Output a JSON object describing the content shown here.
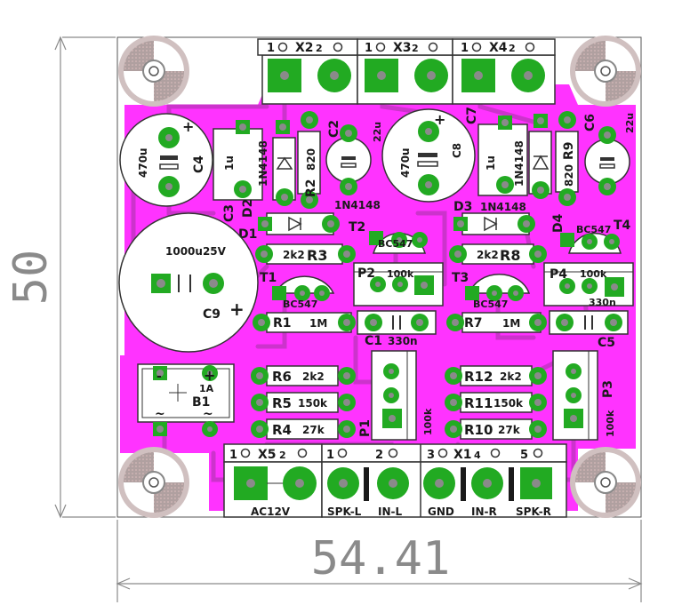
{
  "dimensions": {
    "width_label": "54.41",
    "height_label": "50"
  },
  "connectors": {
    "x2": {
      "pin1": "1",
      "name": "X2",
      "pin2": "2"
    },
    "x3": {
      "pin1": "1",
      "name": "X3",
      "pin2": "2"
    },
    "x4": {
      "pin1": "1",
      "name": "X4",
      "pin2": "2"
    },
    "x5": {
      "pin1": "1",
      "name": "X5",
      "pin2": "2",
      "label": "AC12V"
    },
    "x1": {
      "pin1": "1",
      "pin2": "2",
      "pin3": "3",
      "name": "X1",
      "pin4": "4",
      "pin5": "5",
      "labels": [
        "SPK-L",
        "IN-L",
        "GND",
        "IN-R",
        "SPK-R"
      ]
    }
  },
  "components": {
    "c4": {
      "ref": "C4",
      "value": "470u",
      "plus": "+"
    },
    "c3": {
      "ref": "C3",
      "value": "1u"
    },
    "d2": {
      "ref": "D2",
      "value": "1N4148"
    },
    "r2": {
      "ref": "R2",
      "value": "820"
    },
    "c2": {
      "ref": "C2",
      "value": "22u"
    },
    "c8": {
      "ref": "C8",
      "value": "470u",
      "plus": "+"
    },
    "c7": {
      "ref": "C7",
      "value": "1u"
    },
    "d4": {
      "ref": "D4",
      "value": "1N4148"
    },
    "r9": {
      "ref": "R9",
      "value": "820"
    },
    "c6": {
      "ref": "C6",
      "value": "22u"
    },
    "d1": {
      "ref": "D1",
      "value": "1N4148"
    },
    "d3": {
      "ref": "D3",
      "value": "1N4148"
    },
    "t1": {
      "ref": "T1",
      "value": "BC547"
    },
    "t2": {
      "ref": "T2",
      "value": "BC547"
    },
    "t3": {
      "ref": "T3",
      "value": "BC547"
    },
    "t4": {
      "ref": "T4",
      "value": "BC547"
    },
    "r3": {
      "ref": "R3",
      "value": "2k2"
    },
    "r8": {
      "ref": "R8",
      "value": "2k2"
    },
    "p2": {
      "ref": "P2",
      "value": "100k"
    },
    "p4": {
      "ref": "P4",
      "value": "100k"
    },
    "c9": {
      "ref": "C9",
      "value": "1000u25V",
      "plus": "+"
    },
    "r1": {
      "ref": "R1",
      "value": "1M"
    },
    "r7": {
      "ref": "R7",
      "value": "1M"
    },
    "c1": {
      "ref": "C1",
      "value": "330n"
    },
    "c5": {
      "ref": "C5",
      "value": "330n"
    },
    "b1": {
      "ref": "B1",
      "value": "1A",
      "minus": "-",
      "plus": "+",
      "ac": "~"
    },
    "r6": {
      "ref": "R6",
      "value": "2k2"
    },
    "r5": {
      "ref": "R5",
      "value": "150k"
    },
    "r4": {
      "ref": "R4",
      "value": "27k"
    },
    "p1": {
      "ref": "P1",
      "value": "100k"
    },
    "r12": {
      "ref": "R12",
      "value": "2k2"
    },
    "r11": {
      "ref": "R11",
      "value": "150k"
    },
    "r10": {
      "ref": "R10",
      "value": "27k"
    },
    "p3": {
      "ref": "P3",
      "value": "100k"
    }
  },
  "colors": {
    "board": "#ffffff",
    "copper": "#ff33ff",
    "pad": "#22aa22",
    "silkscreen": "#1a1a1a",
    "dimension": "#8a8a8a",
    "mount_hole": "#a0a0a0"
  }
}
